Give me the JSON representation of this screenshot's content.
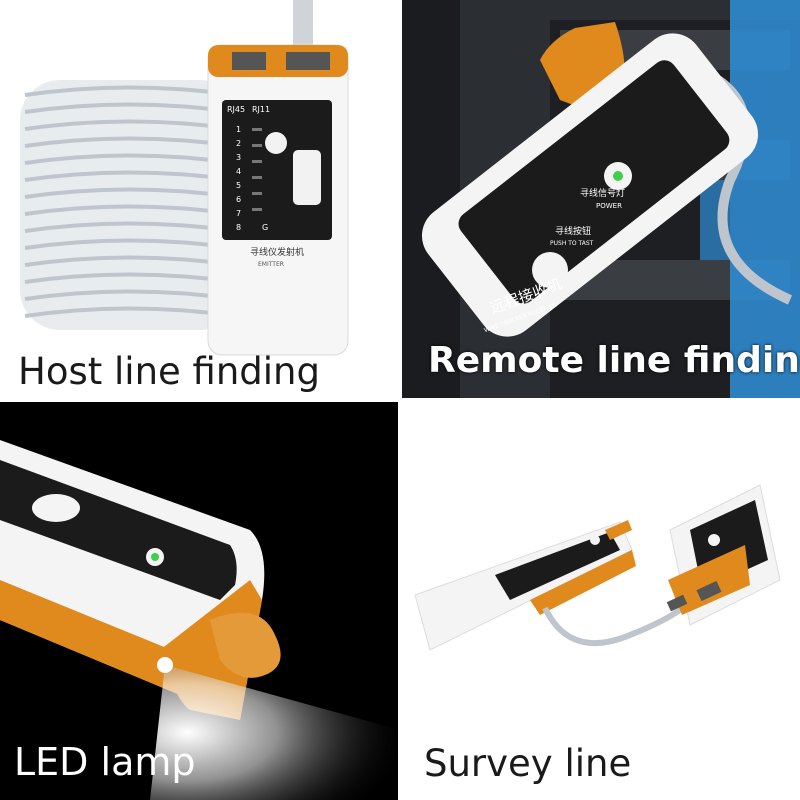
{
  "panels": [
    {
      "caption": "Host line finding"
    },
    {
      "caption": "Remote line finding"
    },
    {
      "caption": "LED lamp"
    },
    {
      "caption": "Survey line"
    }
  ],
  "devices": {
    "emitter": {
      "ports": [
        "RJ45",
        "RJ11"
      ],
      "pins": [
        "1",
        "2",
        "3",
        "4",
        "5",
        "6",
        "7",
        "8",
        "G"
      ],
      "brand_text": "寻线仪发射机",
      "sub_text": "EMITTER"
    },
    "receiver": {
      "power_label": "寻线信号灯",
      "power_en": "POWER",
      "button_label": "寻线按钮",
      "button_en": "PUSH TO TAST",
      "title": "远程接收机",
      "title_en": "WIRE TRACKER RECEIVER"
    }
  },
  "colors": {
    "accent_orange": "#e08a1e",
    "device_white": "#f4f4f4",
    "panel_black": "#1b1b1b",
    "led_green": "#3fcf4a",
    "cable_blue": "#2f8fd8"
  }
}
